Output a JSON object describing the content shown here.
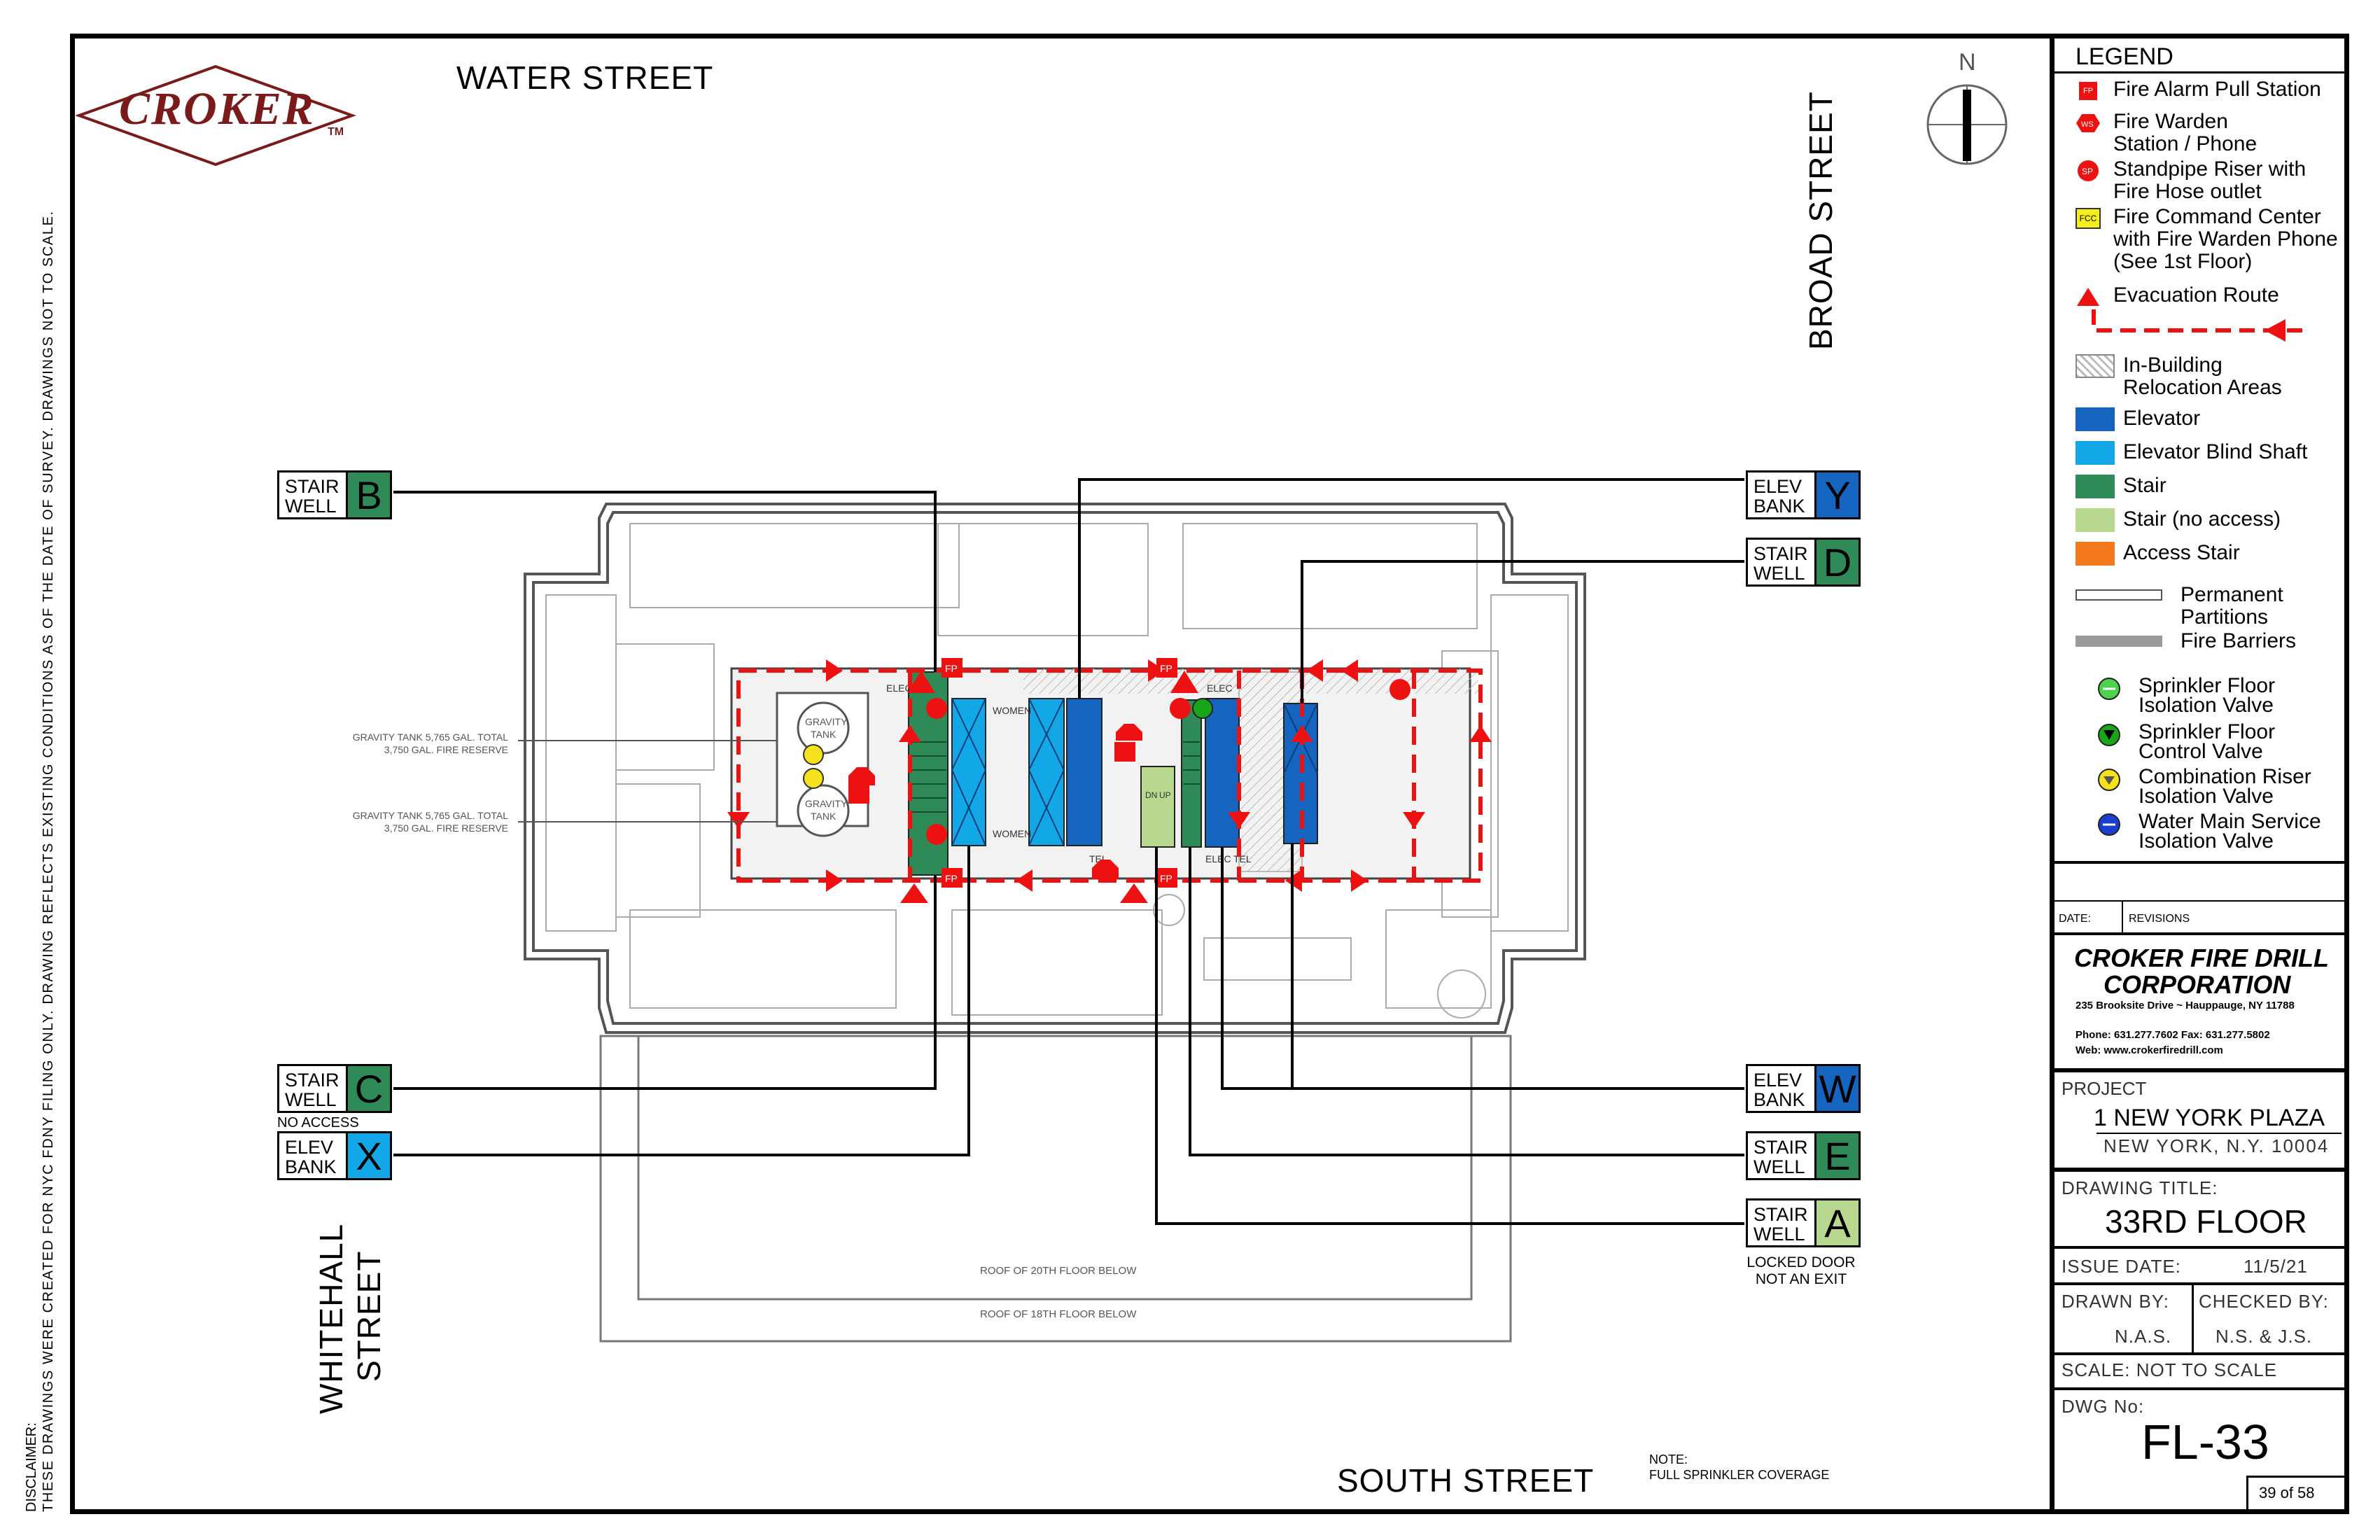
{
  "streets": {
    "north": "WATER STREET",
    "east": "BROAD STREET",
    "south": "SOUTH STREET",
    "west_line1": "WHITEHALL",
    "west_line2": "STREET"
  },
  "logo": {
    "text": "CROKER",
    "tm": "TM"
  },
  "compass": {
    "label": "N"
  },
  "disclaimer": {
    "line1": "DISCLAIMER:",
    "line2": "THESE DRAWINGS WERE CREATED FOR NYC FDNY FILING ONLY. DRAWING REFLECTS EXISTING CONDITIONS AS OF THE DATE OF SURVEY. DRAWINGS NOT TO SCALE."
  },
  "tags": {
    "stair_b": {
      "line1": "STAIR",
      "line2": "WELL",
      "letter": "B"
    },
    "stair_c": {
      "line1": "STAIR",
      "line2": "WELL",
      "letter": "C",
      "note": "NO ACCESS"
    },
    "elev_x": {
      "line1": "ELEV",
      "line2": "BANK",
      "letter": "X"
    },
    "elev_y": {
      "line1": "ELEV",
      "line2": "BANK",
      "letter": "Y"
    },
    "stair_d": {
      "line1": "STAIR",
      "line2": "WELL",
      "letter": "D"
    },
    "elev_w": {
      "line1": "ELEV",
      "line2": "BANK",
      "letter": "W"
    },
    "stair_e": {
      "line1": "STAIR",
      "line2": "WELL",
      "letter": "E"
    },
    "stair_a": {
      "line1": "STAIR",
      "line2": "WELL",
      "letter": "A",
      "note1": "LOCKED DOOR",
      "note2": "NOT AN EXIT"
    }
  },
  "plan_notes": {
    "tank1_line1": "GRAVITY TANK 5,765 GAL. TOTAL",
    "tank1_line2": "3,750  GAL. FIRE RESERVE",
    "tank2_line1": "GRAVITY TANK 5,765 GAL. TOTAL",
    "tank2_line2": "3,750  GAL. FIRE RESERVE",
    "roof20": "ROOF OF 20TH FLOOR BELOW",
    "roof18": "ROOF OF 18TH FLOOR BELOW",
    "note_title": "NOTE:",
    "note_body": "FULL SPRINKLER COVERAGE",
    "gravity_tank": "GRAVITY",
    "tank_word": "TANK",
    "women": "WOMEN",
    "elec": "ELEC",
    "tel": "TEL",
    "dn": "DN",
    "up": "UP"
  },
  "symbols": {
    "fp": "FP",
    "ws": "WS",
    "sp": "SP",
    "fcc": "FCC"
  },
  "legend": {
    "title": "LEGEND",
    "fp": "Fire Alarm Pull Station",
    "ws_1": "Fire Warden",
    "ws_2": "Station / Phone",
    "sp_1": "Standpipe Riser with",
    "sp_2": "Fire Hose outlet",
    "fcc_1": "Fire Command Center",
    "fcc_2": "with Fire Warden Phone",
    "fcc_3": "(See 1st Floor)",
    "evac": "Evacuation  Route",
    "reloc_1": "In-Building",
    "reloc_2": "Relocation Areas",
    "elevator": "Elevator",
    "blind": "Elevator Blind Shaft",
    "stair": "Stair",
    "stair_na": "Stair (no access)",
    "access": "Access Stair",
    "perm_1": "Permanent",
    "perm_2": "Partitions",
    "barrier": "Fire Barriers",
    "sfiv_1": "Sprinkler Floor",
    "sfiv_2": "Isolation Valve",
    "sfcv_1": "Sprinkler Floor",
    "sfcv_2": "Control Valve",
    "criv_1": "Combination Riser",
    "criv_2": "Isolation Valve",
    "wmsiv_1": "Water Main Service",
    "wmsiv_2": "Isolation Valve"
  },
  "title_block": {
    "date_label": "DATE:",
    "revisions_label": "REVISIONS",
    "company_1": "CROKER FIRE DRILL",
    "company_2": "CORPORATION",
    "address": "235 Brooksite Drive ~ Hauppauge, NY 11788",
    "phone": "Phone: 631.277.7602  Fax: 631.277.5802",
    "web": "Web: www.crokerfiredrill.com",
    "project_label": "PROJECT",
    "project_name": "1 NEW YORK PLAZA",
    "project_city": "NEW YORK, N.Y. 10004",
    "drawing_title_label": "DRAWING TITLE:",
    "drawing_title": "33RD FLOOR",
    "issue_label": "ISSUE DATE:",
    "issue_date": "11/5/21",
    "drawn_label": "DRAWN BY:",
    "drawn_by": "N.A.S.",
    "checked_label": "CHECKED BY:",
    "checked_by": "N.S. & J.S.",
    "scale": "SCALE:  NOT TO SCALE",
    "dwg_label": "DWG No:",
    "dwg_no": "FL-33",
    "sheet": "39 of 58"
  },
  "colors": {
    "elevator": "#1565c0",
    "blind_shaft": "#12a8e8",
    "stair": "#2e8b57",
    "stair_no_access": "#b8d890",
    "access_stair": "#f57a1e",
    "evac_red": "#ee1111",
    "logo_red": "#7a1a1a"
  }
}
